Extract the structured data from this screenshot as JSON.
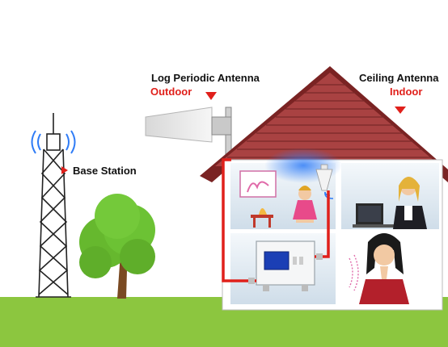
{
  "labels": {
    "log_periodic": "Log Periodic Antenna",
    "outdoor": "Outdoor",
    "ceiling": "Ceiling Antenna",
    "indoor": "Indoor",
    "base_station": "Base Station"
  },
  "colors": {
    "ground": "#8cc63f",
    "roof": "#8b2e2e",
    "cable": "#e0201b",
    "house_wall": "#ffffff",
    "room_bg": "#dbe7f0",
    "label_red": "#e0201b"
  }
}
